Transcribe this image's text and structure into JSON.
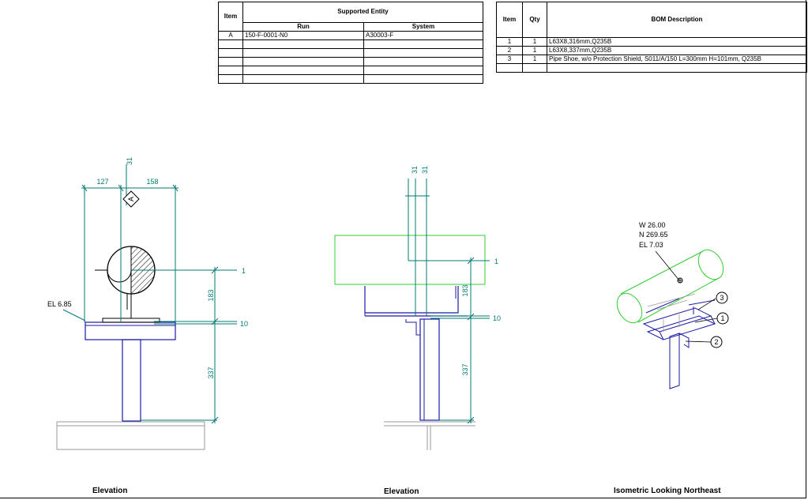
{
  "entity_table": {
    "item_header": "Item",
    "supported_header": "Supported Entity",
    "run_header": "Run",
    "system_header": "System",
    "rows": [
      {
        "item": "A",
        "run": "150-F-0001-N0",
        "system": "A30003-F"
      }
    ]
  },
  "bom_table": {
    "item_header": "Item",
    "qty_header": "Qty",
    "desc_header": "BOM Description",
    "rows": [
      {
        "item": "1",
        "qty": "1",
        "desc": "L63X8,316mm,Q235B"
      },
      {
        "item": "2",
        "qty": "1",
        "desc": "L63X8,337mm,Q235B"
      },
      {
        "item": "3",
        "qty": "1",
        "desc": "Pipe Shoe, w/o Protection Shield, S011/A/150 L=300mm H=101mm, Q235B"
      }
    ]
  },
  "view1": {
    "dim_top": "31",
    "dim_left": "127",
    "dim_right": "158",
    "marker": "A",
    "el_label": "EL 6.85",
    "dim_183": "183",
    "dim_337": "337",
    "ref_1": "1",
    "ref_10": "10",
    "caption": "Elevation"
  },
  "view2": {
    "dim_a": "31",
    "dim_b": "31",
    "dim_183": "183",
    "dim_337": "337",
    "ref_1": "1",
    "ref_10": "10",
    "caption": "Elevation"
  },
  "view3": {
    "coord_w": "W 26.00",
    "coord_n": "N 269.65",
    "coord_el": "EL 7.03",
    "balloon_3": "3",
    "balloon_1": "1",
    "balloon_2": "2",
    "caption": "Isometric Looking Northeast"
  },
  "colors": {
    "steel": "#1a1aa6",
    "dimension": "#007a74",
    "pipe": "#33cc33",
    "ground": "#999999"
  }
}
